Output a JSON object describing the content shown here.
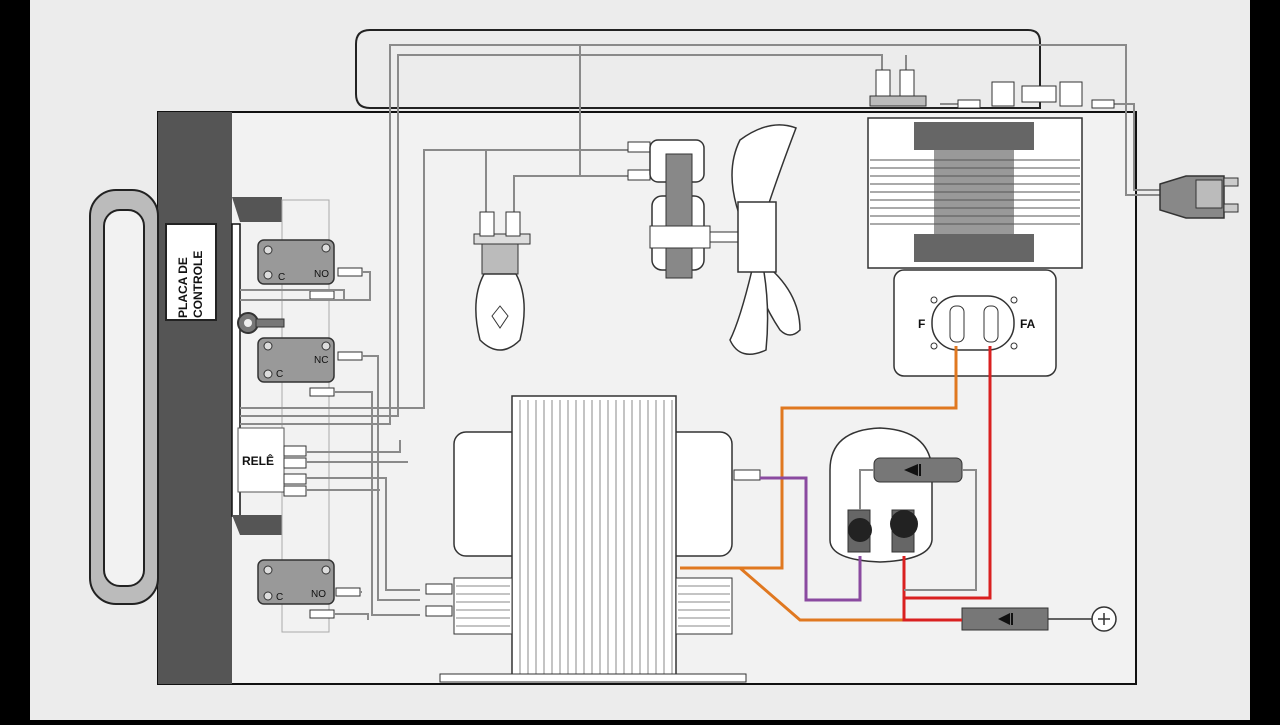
{
  "labels": {
    "control_board": [
      "PLACA DE",
      "CONTROLE"
    ],
    "relay": "RELÊ",
    "switch_top_no": "NO",
    "switch_top_c": "C",
    "switch_mid_nc": "NC",
    "switch_mid_c": "C",
    "switch_bottom_no": "NO",
    "switch_bottom_c": "C",
    "fuse_f": "F",
    "fuse_fa": "FA"
  },
  "colors": {
    "frame": "#555555",
    "wire_gray": "#8a8a8a",
    "wire_orange": "#e07820",
    "wire_red": "#d92020",
    "wire_purple": "#8a4aa0",
    "component_dark": "#6a6a6a",
    "background": "#ececec"
  }
}
